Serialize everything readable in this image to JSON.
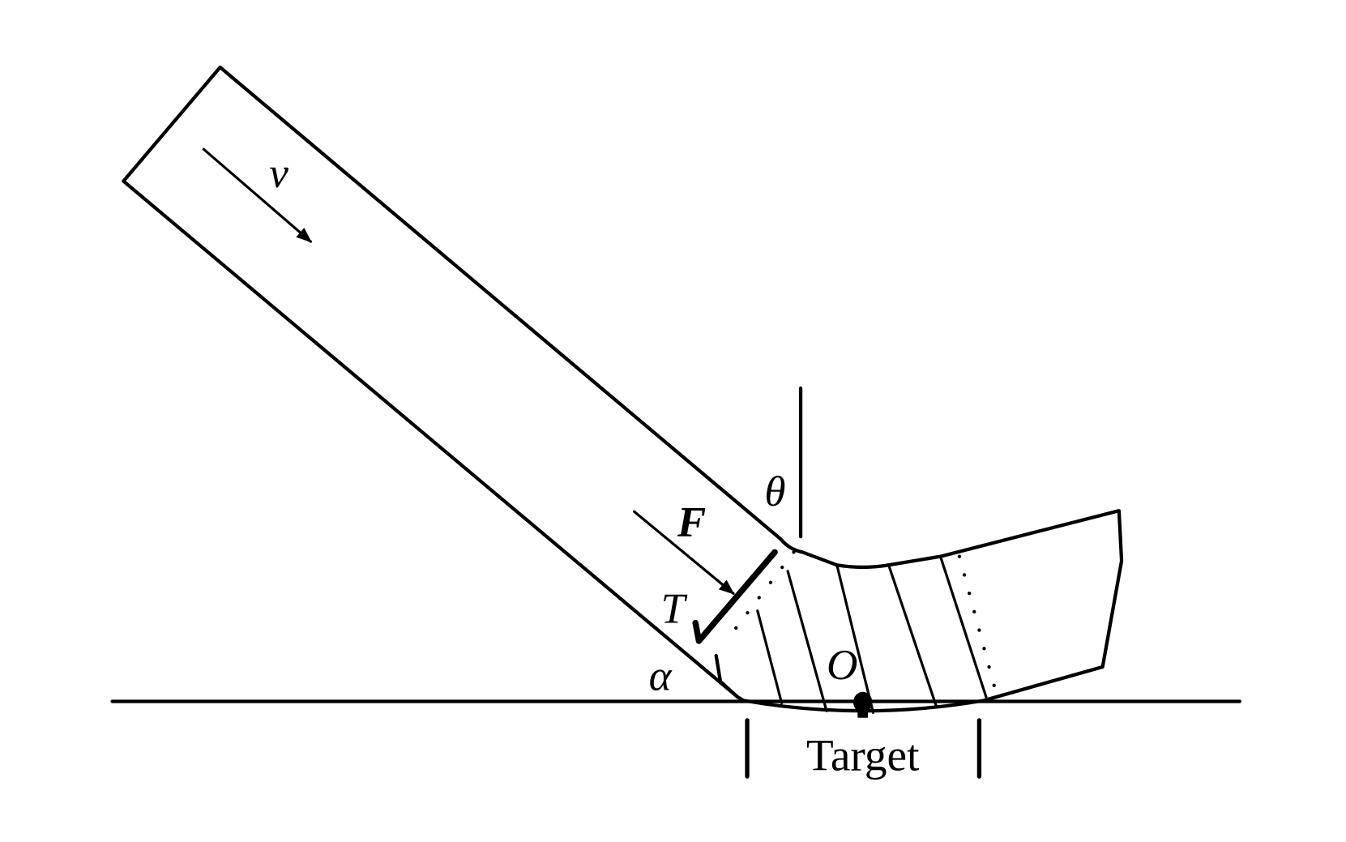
{
  "labels": {
    "velocity": "v",
    "theta": "θ",
    "force": "F",
    "torque": "T",
    "alpha": "α",
    "origin": "O",
    "target": "Target"
  },
  "colors": {
    "stroke": "#000000",
    "background": "#ffffff"
  }
}
